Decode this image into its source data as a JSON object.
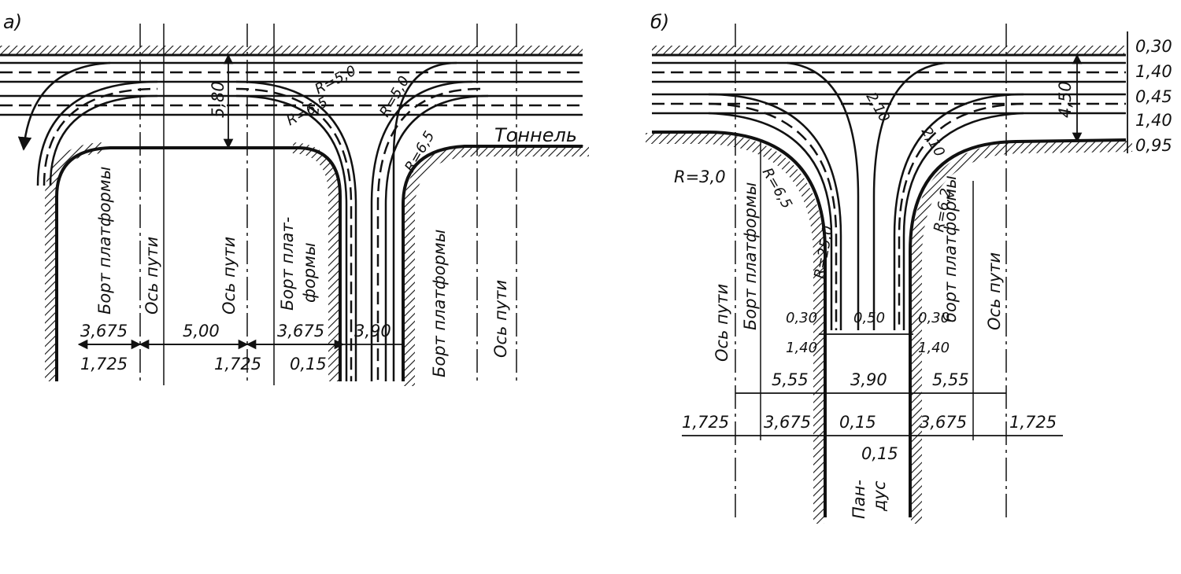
{
  "panels": {
    "a": {
      "tag": "а)",
      "tunnel_label": "Тоннель",
      "radii": [
        "R=5,0",
        "R=6,5",
        "R=5,0",
        "R=6,5"
      ],
      "dims": {
        "height": "5,80",
        "w1": "3,675",
        "w2": "5,00",
        "w3": "3,675",
        "w4": "3,90",
        "s1": "1,725",
        "s2": "1,725",
        "s3": "0,15"
      },
      "verticals": [
        "Борт платформы",
        "Ось пути",
        "Ось пути",
        "Борт плат-",
        "формы",
        "Борт платформы",
        "Ось пути"
      ]
    },
    "b": {
      "tag": "б)",
      "radii": [
        "R=3,0",
        "R=6,5",
        "R=25,0",
        "R=6,2"
      ],
      "diag": [
        "2,10",
        "2,10"
      ],
      "right_dims": [
        "0,30",
        "1,40",
        "0,45",
        "1,40",
        "0,95"
      ],
      "total": "4,50",
      "ramp": {
        "l1": "0,30",
        "l2": "1,40",
        "c": "0,50",
        "r1": "0,30",
        "r2": "1,40"
      },
      "row1": [
        "5,55",
        "3,90",
        "5,55"
      ],
      "row2": [
        "1,725",
        "3,675",
        "0,15",
        "3,675",
        "1,725"
      ],
      "extra": "0,15",
      "verticals": [
        "Ось пути",
        "Борт платформы",
        "борт платформы",
        "Ось пути"
      ],
      "ramp_label": [
        "Пан-",
        "дус"
      ]
    }
  }
}
